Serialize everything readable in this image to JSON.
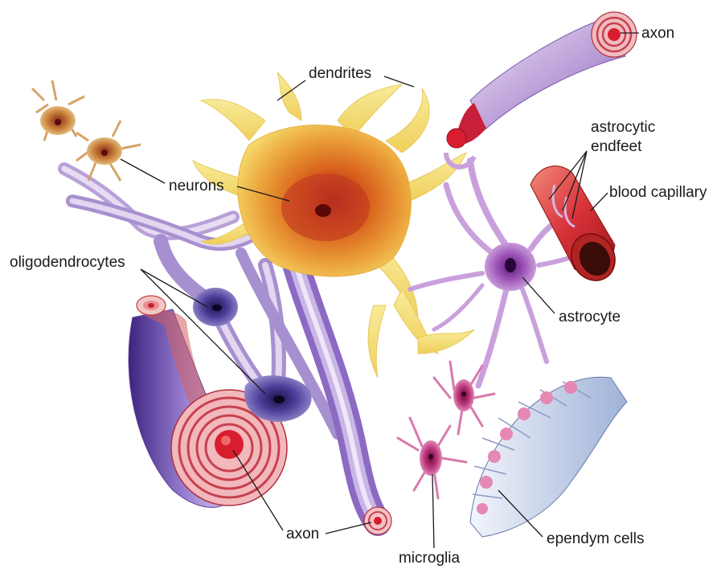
{
  "labels": {
    "axon_top": "axon",
    "dendrites": "dendrites",
    "astrocytic_endfeet_line1": "astrocytic",
    "astrocytic_endfeet_line2": "endfeet",
    "blood_capillary": "blood capillary",
    "neurons": "neurons",
    "oligodendrocytes": "oligodendrocytes",
    "astrocyte": "astrocyte",
    "axon_bottom": "axon",
    "microglia": "microglia",
    "ependym_cells": "ependym cells"
  },
  "colors": {
    "neuron_body": "#f2c65a",
    "neuron_core": "#c8501c",
    "nucleus": "#8a1a1a",
    "dendrite": "#f7e27a",
    "astrocyte": "#c79ad8",
    "astrocyte_core": "#7a2a8a",
    "myelin": "#9b86c8",
    "myelin_dark": "#4a2a86",
    "axon_red": "#d42030",
    "capillary": "#e04a4a",
    "microglia": "#d0559a",
    "ependym": "#c8d4ea",
    "ependym_nucleus": "#e890b8"
  }
}
